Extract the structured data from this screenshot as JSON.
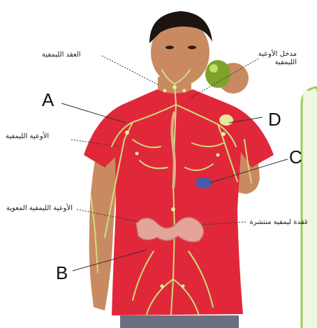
{
  "colors": {
    "shirt": "#e0283a",
    "skin": "#c98a61",
    "vessel": "#cfdc80",
    "node": "#e6ec9a",
    "hair": "#1b1410",
    "green_panel": "#9acd52"
  },
  "labels": {
    "lymph_nodes": "العقد الليمفية",
    "lymph_entry": "مدخل الأوعية الليمفية",
    "lymph_vessels": "الأوعية الليمفية",
    "intestinal_vessels": "الأوعية الليمفية المعوية",
    "scattered_node": "غقدة ليمفية منتشرة"
  },
  "markers": {
    "a": "A",
    "b": "B",
    "c": "C",
    "d": "D"
  }
}
